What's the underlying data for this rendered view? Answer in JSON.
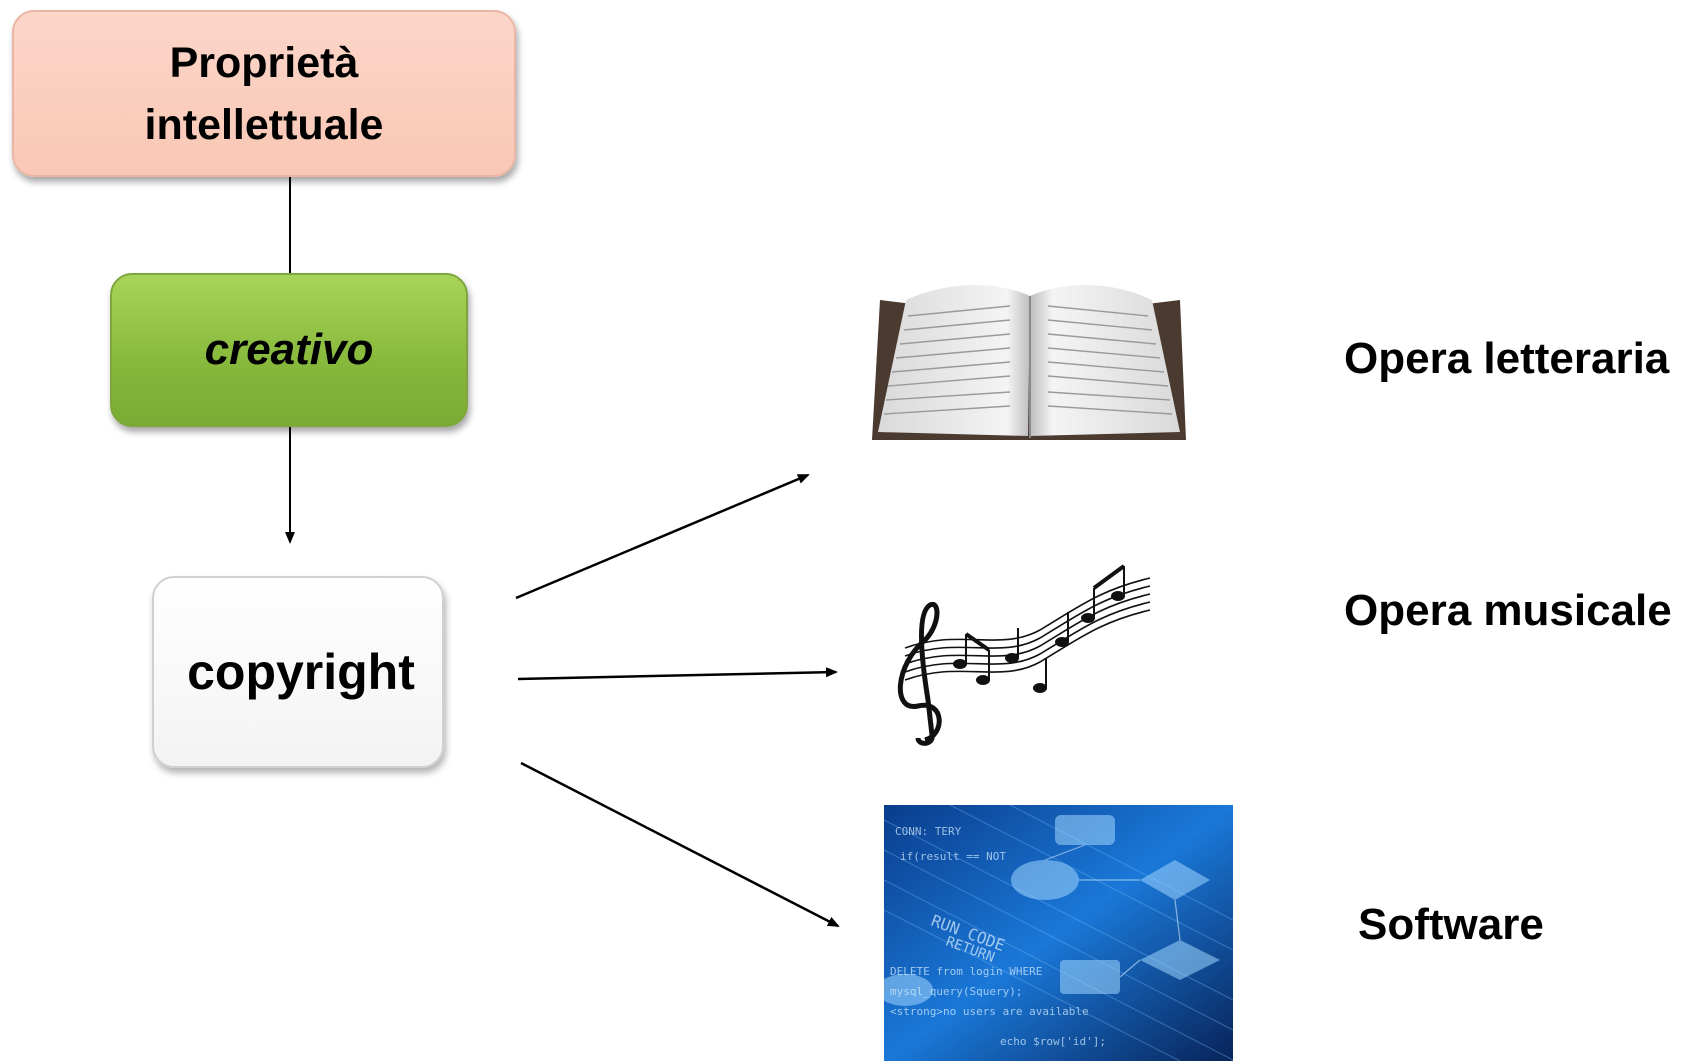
{
  "diagram": {
    "root": {
      "line1": "Proprietà",
      "line2": "intellettuale"
    },
    "category": "creativo",
    "protection": "copyright",
    "works": [
      {
        "icon": "book-icon",
        "label": "Opera letteraria"
      },
      {
        "icon": "music-notes-icon",
        "label": "Opera musicale"
      },
      {
        "icon": "code-flowchart-icon",
        "label": "Software"
      }
    ]
  },
  "colors": {
    "root_fill": "#fac7b5",
    "category_fill": "#86b83c",
    "software_image": "#1466c8"
  }
}
